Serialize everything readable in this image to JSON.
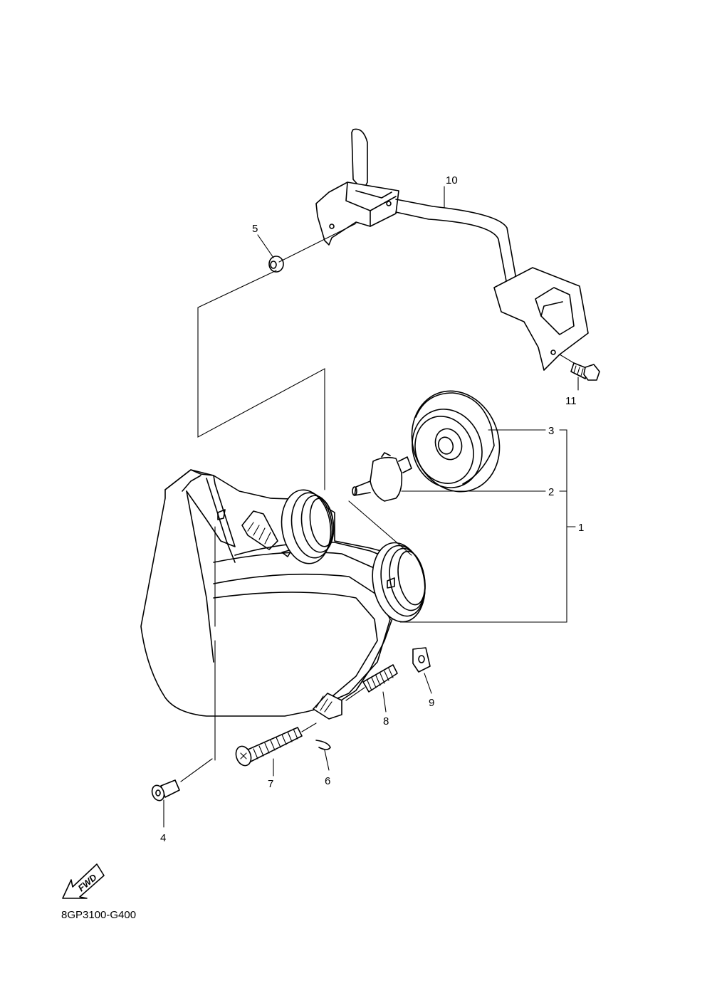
{
  "callouts": [
    {
      "id": "10",
      "label": "10"
    },
    {
      "id": "5",
      "label": "5"
    },
    {
      "id": "11",
      "label": "11"
    },
    {
      "id": "3",
      "label": "3"
    },
    {
      "id": "2",
      "label": "2"
    },
    {
      "id": "1",
      "label": "1"
    },
    {
      "id": "9",
      "label": "9"
    },
    {
      "id": "8",
      "label": "8"
    },
    {
      "id": "7",
      "label": "7"
    },
    {
      "id": "6",
      "label": "6"
    },
    {
      "id": "4",
      "label": "4"
    }
  ],
  "fwd_label": "FWD",
  "diagram_code": "8GP3100-G400"
}
